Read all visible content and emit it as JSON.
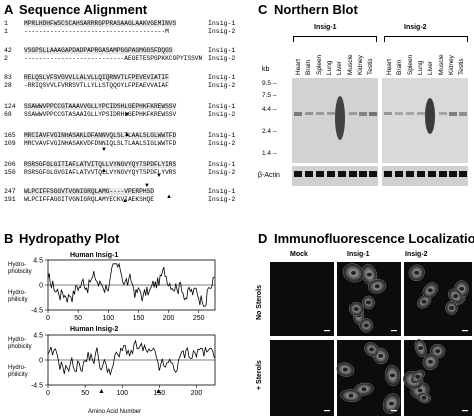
{
  "panelA": {
    "letter": "A",
    "title": "Sequence Alignment",
    "blocks": [
      {
        "n1": "1",
        "s1": "MPRLHDHFWSCSCAHSARRRGPPRASAAGLAAKVGEMINVS",
        "l1": "Insig-1",
        "n2": "1",
        "s2": "--------------------------------------M",
        "l2": "Insig-2"
      },
      {
        "n1": "42",
        "s1": "VSGPSLLAAAGAPDADPAPRGASAMPGGPAGMGGSFDQGS",
        "l1": "Insig-1",
        "n2": "2",
        "s2": "---------------------------AEGETESPGPKKCGPYISSVN",
        "l2": "Insig-2"
      },
      {
        "n1": "83",
        "s1": "RELQSLVFSVGVVLLALVLLQIQRNVTLFPEVEVIATIF",
        "l1": "Insig-1",
        "n2": "28",
        "s2": "-RRIQSVVLFVRRSVTLLYLLSTQQGYLFPEAEVVAIAF",
        "l2": "Insig-2"
      },
      {
        "n1": "124",
        "s1": "SSAWWVPPCCGTAAAVVGLLYPCIDSHLGEPHKFKREWSSV",
        "l1": "Insig-1",
        "n2": "68",
        "s2": "SSAWWVPPCCGTASAAIGLLYPSIDRHLGEPHKFKREWSSV",
        "l2": "Insig-2"
      },
      {
        "n1": "165",
        "s1": "MRCIAVFVGINHASAKLDFANNVQLSLTLAALSLGLWWTFD",
        "l1": "Insig-1",
        "n2": "109",
        "s2": "MRCVAVFVGINHASAKVDFDNNIQLSLTLAALSIGLWWTFD",
        "l2": "Insig-2"
      },
      {
        "n1": "206",
        "s1": "RSRSGFGLGITIAFLATVITQLLVYNGVYQYTSPDFLYIRS",
        "l1": "Insig-1",
        "n2": "150",
        "s2": "RSRSGFGLGVGIAFLATVVTQLLVYNGVYQYTSPDFLYVRS",
        "l2": "Insig-2"
      },
      {
        "n1": "247",
        "s1": "WLPCIFFSGGVTVGNIGRQLAMG----VPERPHSD",
        "l1": "Insig-1",
        "n2": "191",
        "s2": "WLPCIFFAGGITVGNIGRQLAMYECKVIAEKSHQE",
        "l2": "Insig-2"
      }
    ]
  },
  "panelB": {
    "letter": "B",
    "title": "Hydropathy Plot",
    "yaxis_top": "Hydro-\nphobicity",
    "yaxis_bottom": "Hydro-\nphilicity",
    "plots": [
      {
        "label": "Human Insig-1",
        "yticks": [
          "4.5",
          "0",
          "-4.5"
        ],
        "xticks": [
          "0",
          "50",
          "100",
          "150",
          "200",
          "250"
        ],
        "xmax": 277
      },
      {
        "label": "Human Insig-2",
        "yticks": [
          "4.5",
          "0",
          "-4.5"
        ],
        "xticks": [
          "0",
          "50",
          "100",
          "150",
          "200"
        ],
        "xmax": 225
      }
    ],
    "xlabel": "Amino Acid Number"
  },
  "panelC": {
    "letter": "C",
    "title": "Northern Blot",
    "groups": [
      "Insig-1",
      "Insig-2"
    ],
    "tissues": [
      "Heart",
      "Brain",
      "Spleen",
      "Lung",
      "Liver",
      "Muscle",
      "Kidney",
      "Testis"
    ],
    "kb_label": "kb",
    "kb_markers": [
      "9.5",
      "7.5",
      "4.4",
      "2.4",
      "1.4"
    ],
    "actin_label": "β-Actin"
  },
  "panelD": {
    "letter": "D",
    "title": "Immunofluorescence Localization",
    "columns": [
      "Mock",
      "Insig-1",
      "Insig-2"
    ],
    "rows": [
      "No Sterols",
      "+ Sterols"
    ]
  }
}
